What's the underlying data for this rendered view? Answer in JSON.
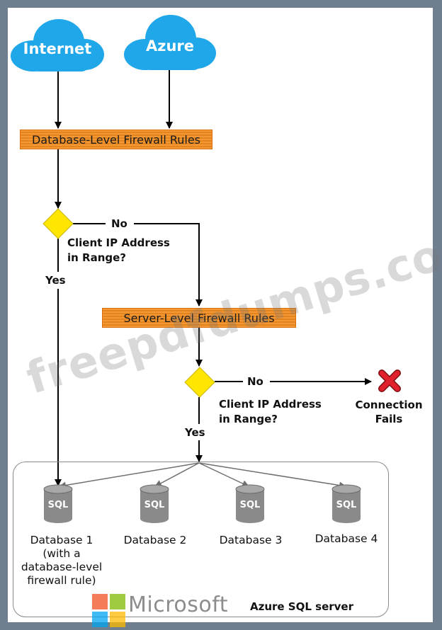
{
  "clouds": {
    "internet_label": "Internet",
    "azure_label": "Azure"
  },
  "firewall": {
    "database_level_label": "Database-Level Firewall Rules",
    "server_level_label": "Server-Level Firewall Rules"
  },
  "decision1": {
    "no_label": "No",
    "question_line1": "Client IP Address",
    "question_line2": "in Range?",
    "yes_label": "Yes"
  },
  "decision2": {
    "no_label": "No",
    "question_line1": "Client IP Address",
    "question_line2": "in Range?",
    "yes_label": "Yes"
  },
  "failure": {
    "line1": "Connection",
    "line2": "Fails"
  },
  "databases": [
    {
      "lines": [
        "Database 1",
        "(with a",
        "database-level",
        "firewall rule)"
      ]
    },
    {
      "lines": [
        "Database 2"
      ]
    },
    {
      "lines": [
        "Database 3"
      ]
    },
    {
      "lines": [
        "Database 4"
      ]
    }
  ],
  "db_icon_text": "SQL",
  "server_label": "Azure SQL server",
  "watermark": "freepdfdumps.com",
  "microsoft_logo_text": "Microsoft",
  "colors": {
    "cloud": "#1fa7ea",
    "firewall_box": "#f28c1e",
    "diamond": "#ffe600",
    "fail_x": "#e0202a",
    "db_icon": "#8a8a8a",
    "ms_red": "#f25022",
    "ms_green": "#7fba00",
    "ms_blue": "#00a4ef",
    "ms_yellow": "#ffb900"
  }
}
